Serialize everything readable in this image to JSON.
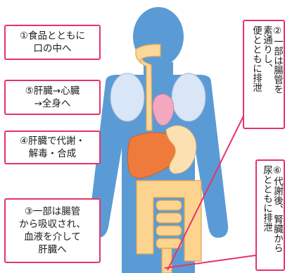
{
  "colors": {
    "body": "#5b9bd5",
    "outline": "#e6336c",
    "esophagus": "#fcd79a",
    "stomach": "#ff8c3a",
    "liver": "#ee7b3b",
    "lungs": "#d8e6f7",
    "heart": "#f4a8c0",
    "intestine": "#fcd38f"
  },
  "labels": {
    "step1": [
      "①食品とともに",
      "口の中へ"
    ],
    "step5": [
      "⑤肝臓→心臓",
      "→全身へ"
    ],
    "step4": [
      "④肝臓で代謝・",
      "解毒・合成"
    ],
    "step3": [
      "③一部は腸管",
      "から吸収され、",
      "血液を介して",
      "肝臓へ"
    ],
    "step2": [
      "②一部は腸管を",
      "素通りし、",
      "便とともに排泄"
    ],
    "step6": [
      "⑥代謝後、腎臓から",
      "尿とともに排泄"
    ]
  }
}
